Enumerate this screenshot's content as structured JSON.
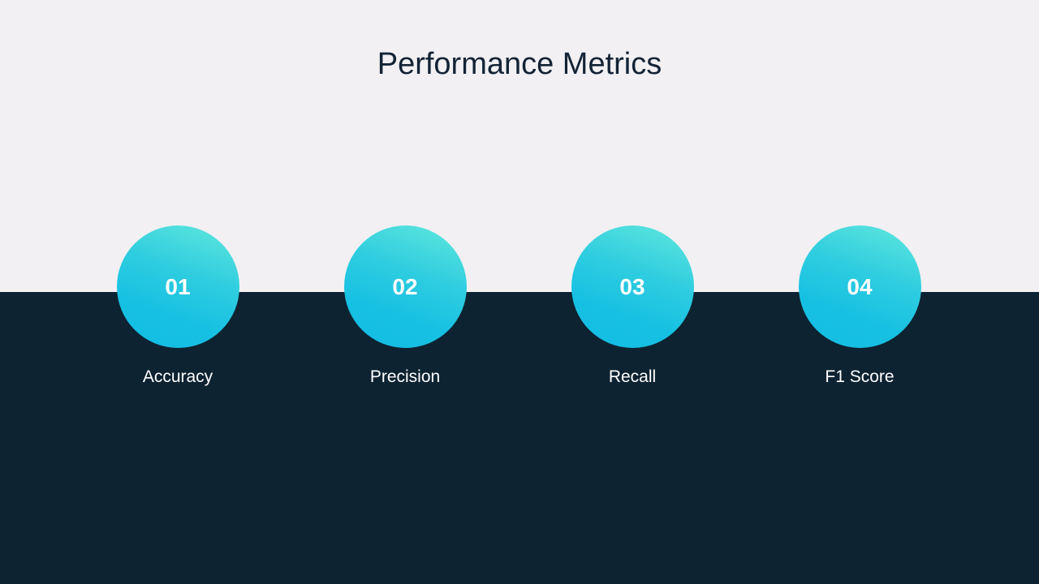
{
  "title": "Performance Metrics",
  "colors": {
    "top_bg": "#f2f0f3",
    "bottom_bg": "#0e2332",
    "accent_start": "#62e8dc",
    "accent_end": "#14bde4"
  },
  "steps": [
    {
      "number": "01",
      "label": "Accuracy"
    },
    {
      "number": "02",
      "label": "Precision"
    },
    {
      "number": "03",
      "label": "Recall"
    },
    {
      "number": "04",
      "label": "F1 Score"
    }
  ]
}
